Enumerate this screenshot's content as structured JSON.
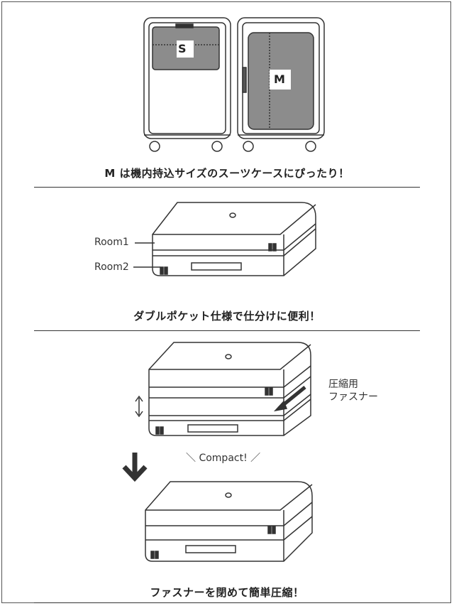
{
  "section1": {
    "label_s": "S",
    "label_m": "M",
    "caption": "M は機内持込サイズのスーツケースにぴったり！"
  },
  "section2": {
    "room1": "Room1",
    "room2": "Room2",
    "caption": "ダブルポケット仕様で仕分けに便利！"
  },
  "section3": {
    "zipper_label_line1": "圧縮用",
    "zipper_label_line2": "ファスナー",
    "compact": "＼ Compact! ／",
    "caption": "ファスナーを閉めて簡単圧縮！"
  },
  "colors": {
    "pouch_fill": "#8c8c8c",
    "line": "#333333"
  }
}
